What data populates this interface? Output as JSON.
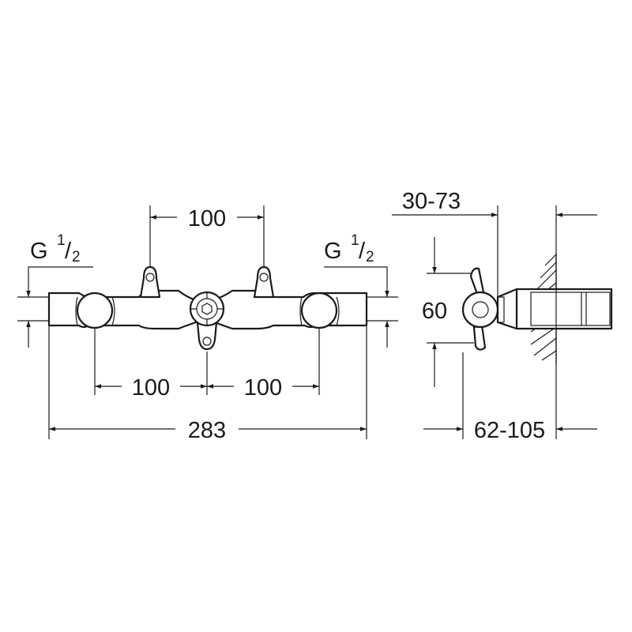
{
  "front_view": {
    "dim_top_spacing": "100",
    "dim_left_spacing": "100",
    "dim_right_spacing": "100",
    "dim_overall_length": "283",
    "thread_left": {
      "letter": "G",
      "numerator": "1",
      "slash": "/",
      "denominator": "2"
    },
    "thread_right": {
      "letter": "G",
      "numerator": "1",
      "slash": "/",
      "denominator": "2"
    }
  },
  "side_view": {
    "dim_adjust_range": "30-73",
    "dim_height": "60",
    "dim_depth_range": "62-105"
  }
}
